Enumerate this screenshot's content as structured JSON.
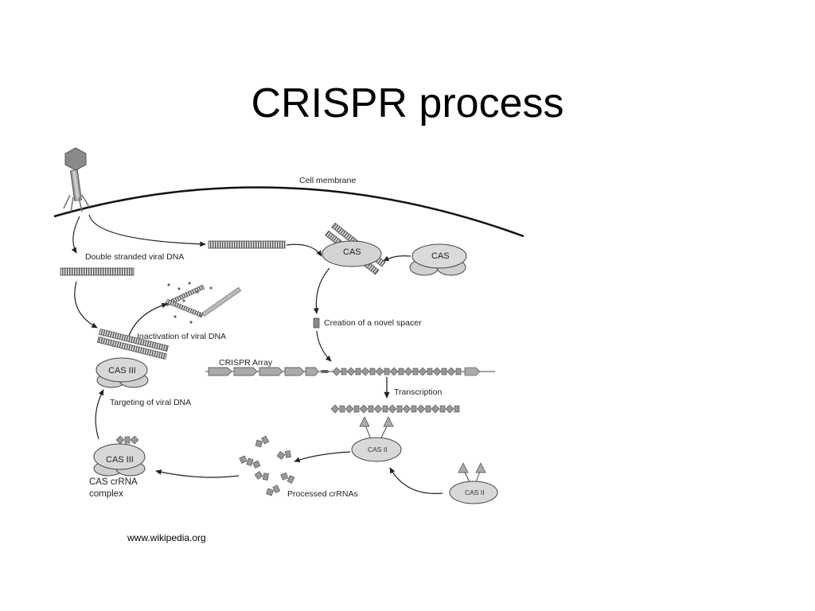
{
  "slide": {
    "title": "CRISPR process",
    "source": "www.wikipedia.org"
  },
  "diagram": {
    "labels": {
      "cell_membrane": "Cell membrane",
      "double_stranded_viral_dna": "Double stranded viral DNA",
      "inactivation": "Inactivation of viral DNA",
      "targeting": "Targeting of viral DNA",
      "creation_spacer": "Creation of a novel spacer",
      "crispr_array": "CRISPR Array",
      "transcription": "Transcription",
      "processed_crrnas": "Processed crRNAs",
      "cas_crrna_complex_line1": "CAS crRNA",
      "cas_crrna_complex_line2": "complex"
    },
    "proteins": {
      "cas": "CAS",
      "cas_iii": "CAS III",
      "cas_ii": "CAS II"
    }
  }
}
